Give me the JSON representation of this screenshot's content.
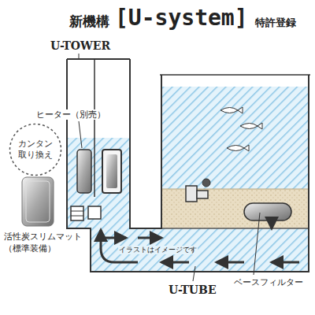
{
  "diagram": {
    "title": "[U-system]",
    "nodes": [
      {
        "text": [
          "カンタン 取り換え"
        ]
      }
    ],
    "labels": [
      "新機構",
      "特許登録",
      "U-TOWER",
      "ヒーター（別売）",
      "活性炭スリムマット（標準装備）",
      "イラストはイメージです",
      "U-TUBE",
      "ベースフィルター"
    ]
  }
}
